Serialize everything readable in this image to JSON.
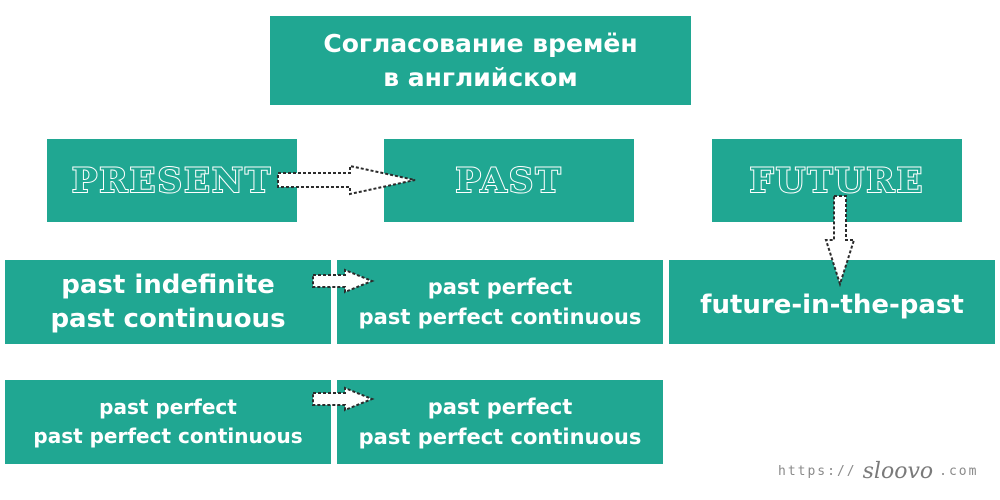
{
  "colors": {
    "box_fill": "#20a792",
    "text": "#ffffff",
    "arrow": "#2b2b2b",
    "watermark": "#8a8a8a"
  },
  "title": {
    "line1": "Согласование времён",
    "line2": "в английском"
  },
  "headers": {
    "present": "PRESENT",
    "past": "PAST",
    "future": "FUTURE"
  },
  "row1": {
    "left": [
      "past indefinite",
      "past continuous"
    ],
    "middle": [
      "past perfect",
      "past perfect continuous"
    ],
    "right": "future-in-the-past"
  },
  "row2": {
    "left": [
      "past perfect",
      "past perfect continuous"
    ],
    "middle": [
      "past perfect",
      "past perfect continuous"
    ]
  },
  "watermark": {
    "prefix": "https://",
    "brand": "sloovo",
    "suffix": ".com"
  }
}
